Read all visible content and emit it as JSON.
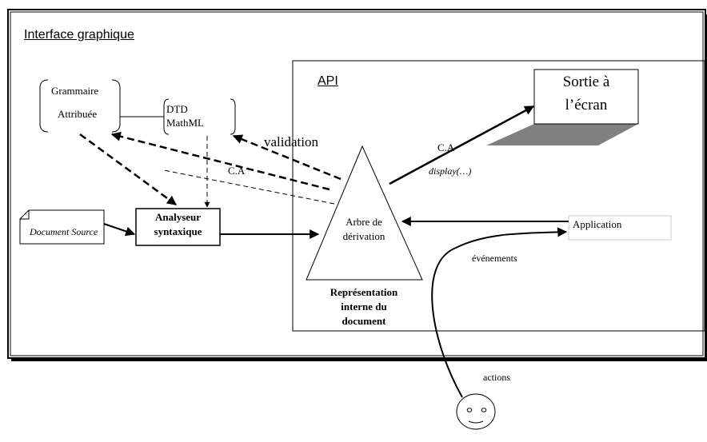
{
  "frame": {
    "title": "Interface graphique"
  },
  "api": {
    "label": "API"
  },
  "grammar": {
    "line1": "Grammaire",
    "line2": "Attribuée"
  },
  "dtd": {
    "line1": "DTD",
    "line2": "MathML"
  },
  "document_source": {
    "label": "Document Source"
  },
  "parser": {
    "line1": "Analyseur",
    "line2": "syntaxique"
  },
  "tree": {
    "line1": "Arbre de",
    "line2": "dérivation"
  },
  "representation": {
    "line1": "Représentation",
    "line2": "interne du",
    "line3": "document"
  },
  "screen_output": {
    "line1": "Sortie à",
    "line2": "l’écran"
  },
  "application": {
    "label": "Application"
  },
  "edges": {
    "validation": "validation",
    "ca_left": "C.A",
    "ca_right": "C.A",
    "display": "display(…)",
    "events": "événements",
    "actions": "actions"
  },
  "colors": {
    "line": "#000000",
    "shadow": "#808080",
    "background": "#ffffff"
  }
}
